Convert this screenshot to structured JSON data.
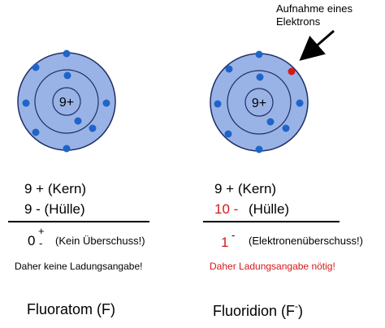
{
  "left": {
    "nucleus": "9+",
    "kern_line": "9 + (Kern)",
    "huelle_line": "9 -  (Hülle)",
    "charge_value": "0",
    "charge_sign_top": "+",
    "charge_sign_bottom": "-",
    "charge_note": "(Kein Überschuss!)",
    "conclusion": "Daher keine Ladungsangabe!",
    "caption": "Fluoratom (F)"
  },
  "right": {
    "nucleus": "9+",
    "annotation_line1": "Aufnahme eines",
    "annotation_line2": "Elektrons",
    "kern_line": "9  + (Kern)",
    "huelle_value": "10 -",
    "huelle_label": "(Hülle)",
    "charge_value": "1",
    "charge_sign": "-",
    "charge_note": "(Elektronenüberschuss!)",
    "conclusion": "Daher Ladungsangabe nötig!",
    "caption_main": "Fluoridion (F",
    "caption_sign": "-",
    "caption_close": ")"
  },
  "colors": {
    "shell_fill": "#9ab3e6",
    "shell_stroke": "#1f2f66",
    "electron": "#1f64c8",
    "added_electron": "#d11a1a",
    "highlight_text": "#d11a1a"
  }
}
